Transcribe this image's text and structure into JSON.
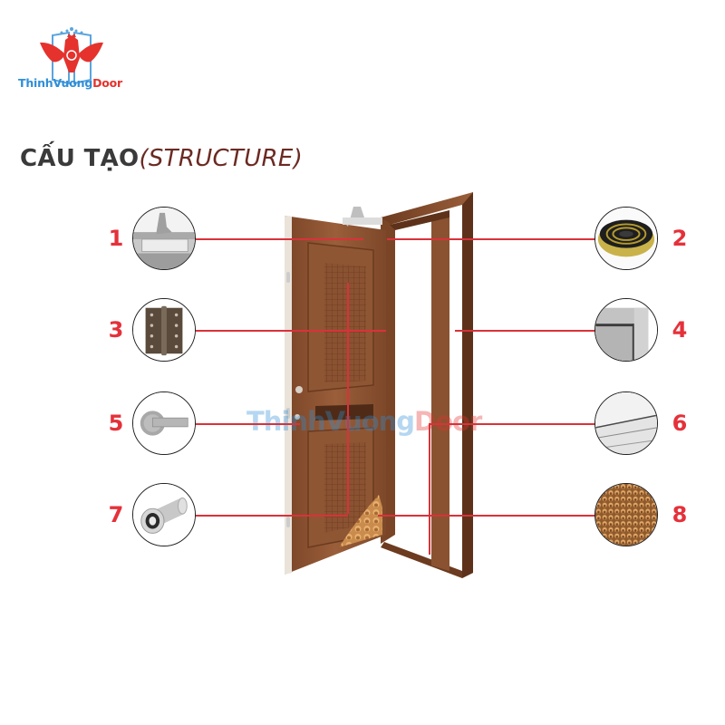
{
  "brand": {
    "name_part1": "ThinhVuong",
    "name_part2": "Door",
    "primary_color": "#2f8fd8",
    "accent_color": "#e5322d"
  },
  "heading": {
    "main": "CẤU TẠO",
    "sub": "(STRUCTURE)"
  },
  "watermark": {
    "part1": "ThinhVuong",
    "part2": "Door"
  },
  "components": [
    {
      "number": "1",
      "icon": "door-closer-icon",
      "side": "left"
    },
    {
      "number": "2",
      "icon": "rubber-seal-roll-icon",
      "side": "right"
    },
    {
      "number": "3",
      "icon": "hinge-icon",
      "side": "left"
    },
    {
      "number": "4",
      "icon": "door-frame-corner-icon",
      "side": "right"
    },
    {
      "number": "5",
      "icon": "lever-handle-icon",
      "side": "left"
    },
    {
      "number": "6",
      "icon": "aluminum-strip-icon",
      "side": "right"
    },
    {
      "number": "7",
      "icon": "door-viewer-peephole-icon",
      "side": "left"
    },
    {
      "number": "8",
      "icon": "honeycomb-core-icon",
      "side": "right"
    }
  ],
  "colors": {
    "callout_number": "#e5313a",
    "leader_line": "#d9323a",
    "door_wood": "#8b5232",
    "heading_dark": "#3a3a3a",
    "heading_sub": "#6b2a22"
  }
}
